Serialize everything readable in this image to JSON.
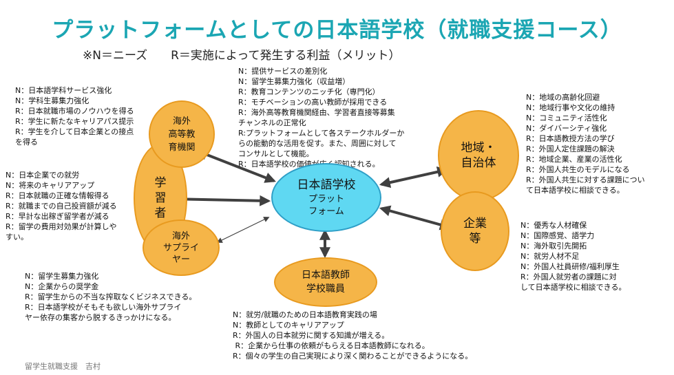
{
  "title": "プラットフォームとしての日本語学校（就職支援コース）",
  "legend": "※N＝ニーズ　　R＝実施によって発生する利益（メリット）",
  "footer": "留学生就職支援　吉村",
  "nodes": {
    "center": {
      "line1": "日本語学校",
      "line2": "プラット",
      "line3": "フォーム"
    },
    "overseas_institution": {
      "line1": "海外",
      "line2": "高等教",
      "line3": "育機関"
    },
    "learner": {
      "line1": "学",
      "line2": "習",
      "line3": "者"
    },
    "overseas_supplier": {
      "line1": "海外",
      "line2": "サプライ",
      "line3": "ヤー"
    },
    "teacher": {
      "line1": "日本語教師",
      "line2": "学校職員"
    },
    "region": {
      "line1": "地域・",
      "line2": "自治体"
    },
    "company": {
      "line1": "企業",
      "line2": "等"
    }
  },
  "notes": {
    "top_center": [
      "N：提供サービスの差別化",
      "N：留学生募集力強化（収益増）",
      "R：教育コンテンツのニッチ化（専門化）",
      "R：モチベーションの高い教師が採用できる",
      "R：海外高等教育機関経由、学習者直接等募集",
      "チャンネルの正常化",
      "R:プラットフォームとして各ステークホルダーか",
      "らの能動的な活用を促す。また、周囲に対して",
      "コンサルとして機能。",
      "R：日本語学校の価値が広く認知される。"
    ],
    "top_left": [
      "N：日本語学科サービス強化",
      "N：学科生募集力強化",
      "R：日本就職市場のノウハウを得る",
      "R：学生に新たなキャリアパス提示",
      "R：学生を介して日本企業との接点",
      "を得る"
    ],
    "mid_left": [
      "N：日本企業での就労",
      "N：将来のキャリアアップ",
      "R：日本就職の正確な情報得る",
      "R：就職までの自己投資額が減る",
      "R：早計な出稼ぎ留学者が減る",
      "R：留学の費用対効果が計算しや",
      "すい。"
    ],
    "bottom_left": [
      "N：留学生募集力強化",
      "N：企業からの奨学金",
      "R：留学生からの不当な搾取なくビジネスできる。",
      "R：日本語学校がそもそも欲しい海外サプライ",
      "ヤー依存の集客から脱するきっかけになる。"
    ],
    "bottom_center": [
      "N：就労/就職のための日本語教育実践の場",
      "N：教師としてのキャリアアップ",
      "R：外国人の日本就労に関する知識が増える。",
      " R：企業から仕事の依頼がもらえる日本語教師になれる。",
      "R：個々の学生の自己実現により深く関わることができるようになる。"
    ],
    "right_top": [
      "N：地域の高齢化回避",
      "N：地域行事や文化の維持",
      "N：コミュニティ活性化",
      "N：ダイバーシティ強化",
      "R：日本語教授方法の学び",
      "R：外国人定住課題の解決",
      "R：地域企業、産業の活性化",
      "R：外国人共生のモデルになる",
      "R：外国人共生に対する課題につい",
      "て日本語学校に相談できる。"
    ],
    "right_bottom": [
      "N：優秀な人材確保",
      "N：国際感覚、語学力",
      "N：海外取引先開拓",
      "N：就労人材不足",
      "N：外国人社員研修/福利厚生",
      "R：外国人就労者の課題に対",
      "して日本語学校に相談できる。"
    ]
  },
  "colors": {
    "title": "#1BA6B3",
    "node_fill": "#F5B548",
    "center_fill": "#5FD8F2",
    "arrow": "#404040"
  }
}
